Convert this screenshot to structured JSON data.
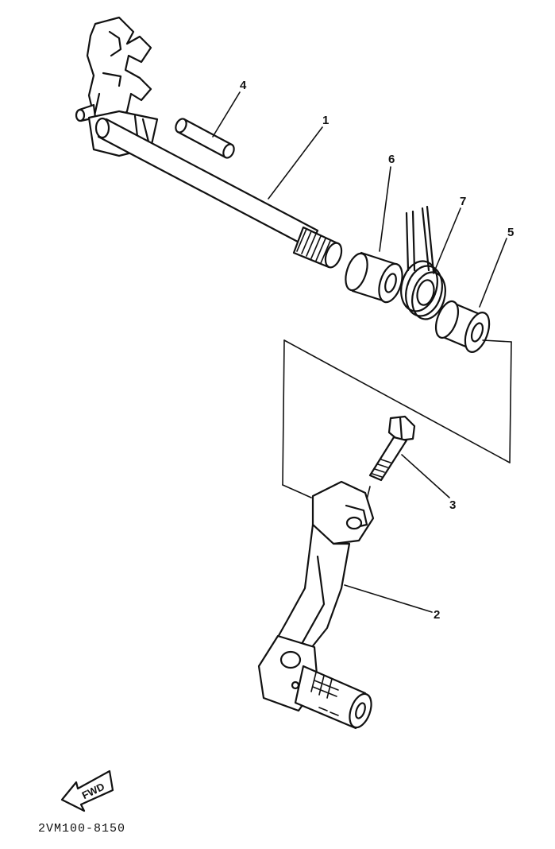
{
  "diagram": {
    "callouts": [
      "1",
      "2",
      "3",
      "4",
      "5",
      "6",
      "7"
    ],
    "fwd_label": "FWD",
    "diagram_code": "2VM100-8150"
  },
  "colors": {
    "ink": "#111111",
    "paper": "#ffffff"
  },
  "icons": {
    "fwd": "fwd-arrow-icon"
  }
}
